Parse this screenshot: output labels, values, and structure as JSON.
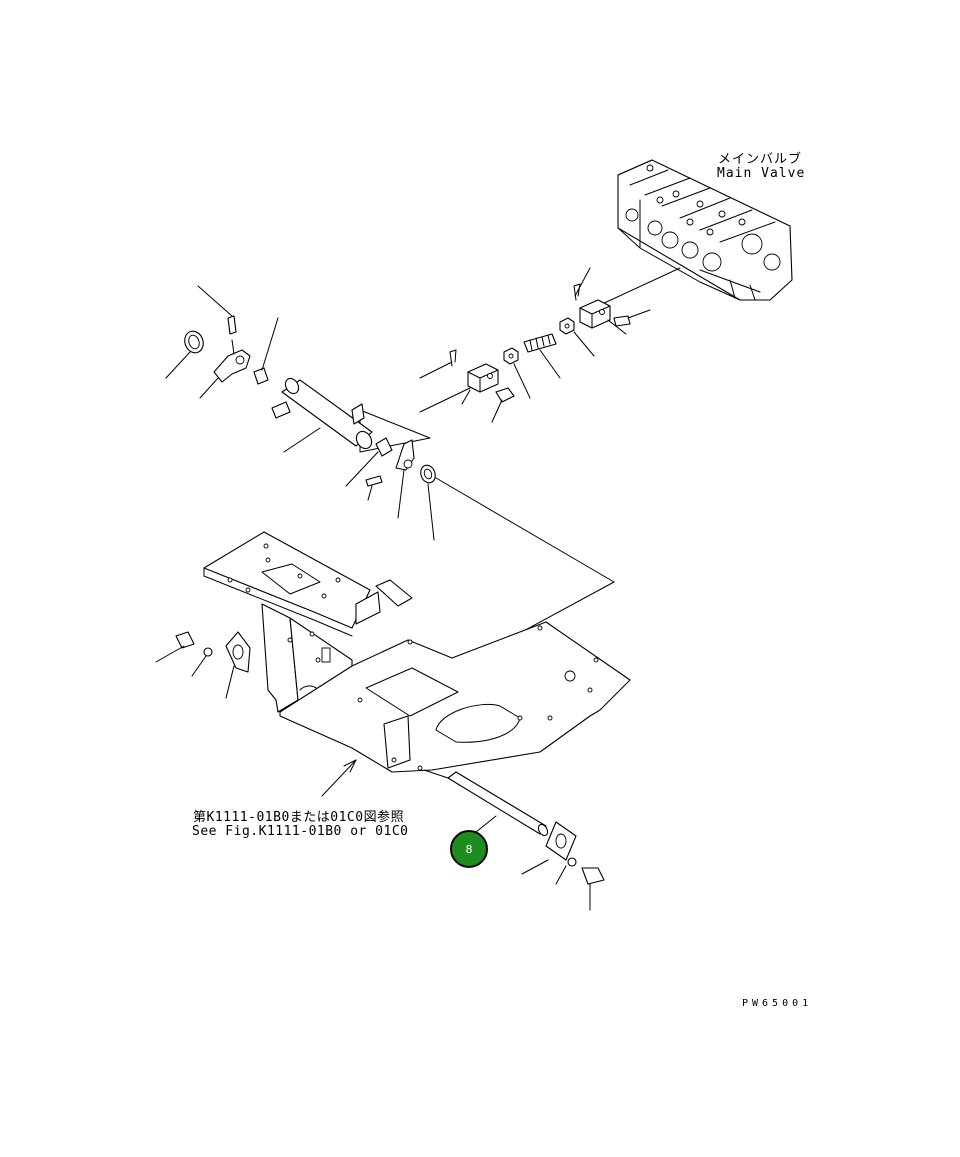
{
  "labels": {
    "main_valve_jp": "メインバルブ",
    "main_valve_en": "Main Valve",
    "ref_jp": "第K1111-01B0または01C0図参照",
    "ref_en": "See Fig.K1111-01B0 or 01C0",
    "drawing_code": "PW65001"
  },
  "callout": {
    "number": "8",
    "color": "#1e8c1e"
  }
}
